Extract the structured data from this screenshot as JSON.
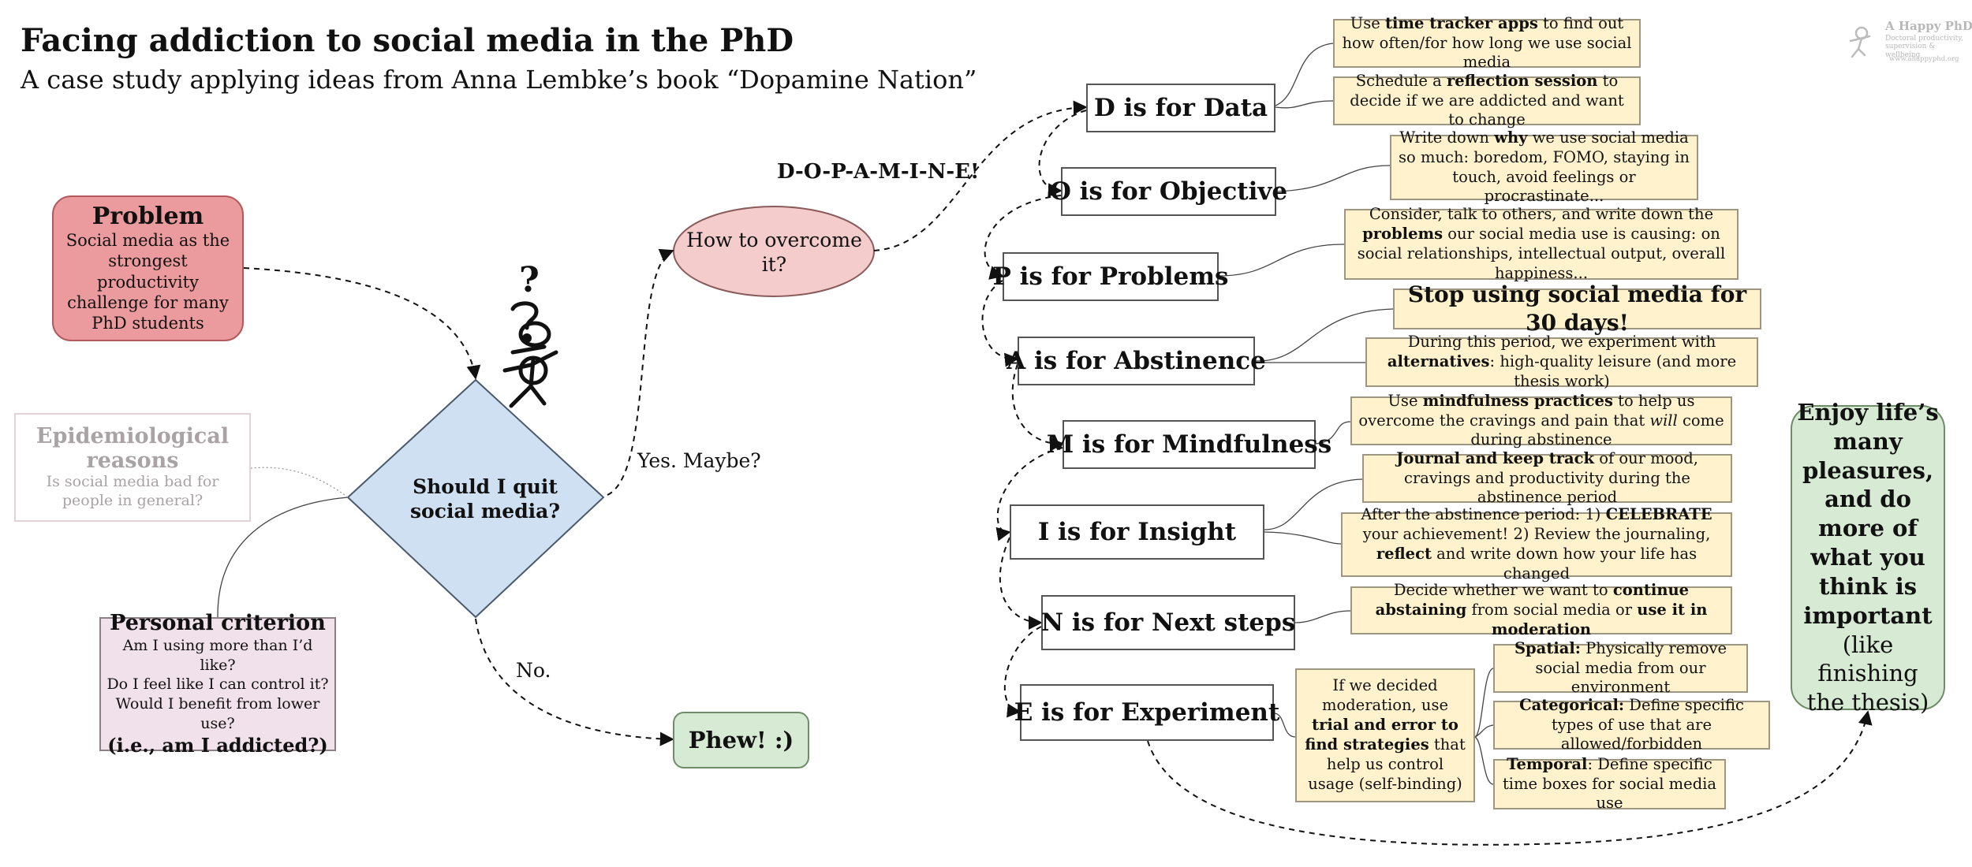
{
  "header": {
    "title": "Facing addiction to social media in the PhD",
    "subtitle": "A case study applying ideas from Anna Lembke’s book “Dopamine Nation”"
  },
  "problem": {
    "title": "Problem",
    "body": "Social media as the strongest productivity challenge for many PhD students"
  },
  "epidemiological": {
    "title": "Epidemiological reasons",
    "body": "Is social media bad for people in general?"
  },
  "personal": {
    "title": "Personal criterion",
    "q1": "Am I using more than I’d like?",
    "q2": "Do I feel like I can control it?",
    "q3": "Would I benefit from lower use?",
    "final": "(i.e., am I addicted?)"
  },
  "decision": {
    "label": "Should I quit social media?"
  },
  "question_mark": "?",
  "yes_label": "Yes. Maybe?",
  "no_label": "No.",
  "overcome": {
    "label": "How to overcome it?"
  },
  "phew": "Phew! :)",
  "dopamine": "D-O-P-A-M-I-N-E!",
  "steps": {
    "d": "D is for Data",
    "o": "O is for Objective",
    "p": "P is for Problems",
    "a": "A is for Abstinence",
    "m": "M is for Mindfulness",
    "i": "I is for Insight",
    "n": "N is for Next steps",
    "e": "E is for Experiment"
  },
  "notes": {
    "d1": {
      "a": "Use ",
      "b": "time tracker apps",
      "c": " to find out how often/for how long we use social media"
    },
    "d2": {
      "a": "Schedule a ",
      "b": "reflection session",
      "c": " to decide if we are addicted and want to change"
    },
    "o1": {
      "a": "Write down ",
      "b": "why",
      "c": " we use social media so much: boredom, FOMO, staying in touch, avoid feelings or procrastinate..."
    },
    "p1": {
      "a": "Consider, talk to others, and write down the ",
      "b": "problems",
      "c": " our social media use is causing: on social relationships, intellectual output, overall happiness..."
    },
    "a1": "Stop using social media for 30 days!",
    "a2": {
      "a": "During this period, we experiment with ",
      "b": "alternatives",
      "c": ": high-quality leisure (and more thesis work)"
    },
    "m1": {
      "a": "Use ",
      "b": "mindfulness practices",
      "c": " to help us overcome the cravings and pain that ",
      "d": "will",
      "e": " come during abstinence"
    },
    "i1": {
      "a": "Journal and keep track",
      "b": " of our mood, cravings and productivity during the abstinence period"
    },
    "i2": {
      "a": "After the abstinence period: 1) ",
      "b": "CELEBRATE",
      "c": " your achievement! 2) Review the journaling, ",
      "d": "reflect",
      "e": " and write down how your life has changed"
    },
    "n1": {
      "a": "Decide whether we want to ",
      "b": "continue abstaining",
      "c": " from social media or ",
      "d": "use it in moderation"
    },
    "e1": {
      "a": "If we decided moderation, use ",
      "b": "trial and error to find strategies",
      "c": " that help us control usage (self-binding)"
    },
    "e2": {
      "a": "Spatial:",
      "b": " Physically remove social media from our environment"
    },
    "e3": {
      "a": "Categorical:",
      "b": " Define specific types of use that are allowed/forbidden"
    },
    "e4": {
      "a": "Temporal",
      "b": ": Define specific  time boxes for  social media use"
    }
  },
  "enjoy": {
    "bold": "Enjoy life’s many pleasures, and do more of what you think is important",
    "rest": "(like finishing the thesis)"
  },
  "logo": {
    "title": "A Happy PhD",
    "tagline": "Doctoral productivity, supervision & wellbeing",
    "url": "www.ahappyphd.org"
  },
  "colors": {
    "problem_fill": "#eb9b9d",
    "decision_fill": "#cfe0f3",
    "overcome_fill": "#f4cccc",
    "end_fill": "#d7ead3",
    "note_fill": "#fff2cc",
    "personal_fill": "#f1e1ea"
  }
}
